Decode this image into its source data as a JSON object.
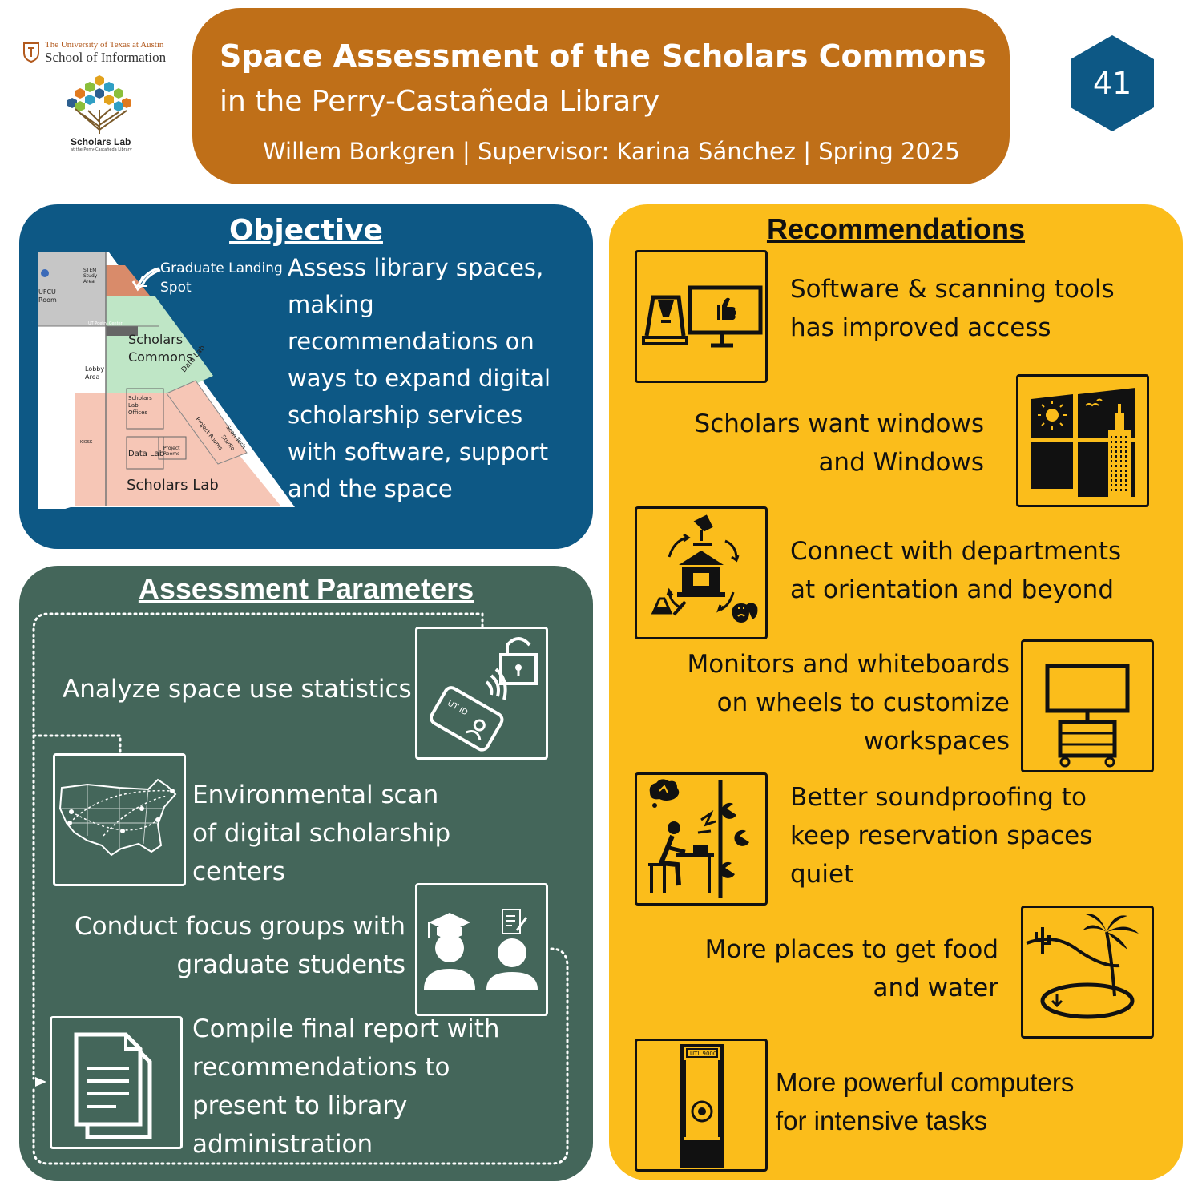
{
  "header": {
    "university": "The University of Texas at Austin",
    "school": "School of Information",
    "lab_name": "Scholars Lab",
    "lab_sub": "at the Perry-Castañeda Library",
    "title": "Space Assessment of the Scholars Commons",
    "subtitle": "in the Perry-Castañeda Library",
    "byline": "Willem Borkgren | Supervisor: Karina Sánchez | Spring 2025",
    "poster_number": "41",
    "colors": {
      "title_bg": "#bf6f18",
      "hex": "#0d5885"
    }
  },
  "objective": {
    "heading": "Objective",
    "text": "Assess library spaces, making recommendations on ways to expand digital scholarship services with software, support and the space",
    "map": {
      "callout": "Graduate Landing",
      "callout2": "Spot",
      "stem": "STEM",
      "stem2": "Study",
      "stem3": "Area",
      "fcu": "UFCU",
      "fcu2": "Room",
      "poetry": "UT Poetry Center",
      "commons": "Scholars",
      "commons2": "Commons",
      "lobby": "Lobby",
      "lobby2": "Area",
      "datalab_small": "Data Lab",
      "offices": "Scholars",
      "offices2": "Lab",
      "offices3": "Offices",
      "project_rooms": "Project Rooms",
      "scan_tech": "Scan Tech",
      "studio": "Studio",
      "data_lab": "Data Lab",
      "project": "Project",
      "rooms": "Rooms",
      "scholars_lab": "Scholars Lab",
      "kiosk": "KIOSK"
    },
    "colors": {
      "bg": "#0d5885"
    }
  },
  "assessment": {
    "heading": "Assessment Parameters",
    "items": [
      {
        "text1": "Analyze space use statistics",
        "icon": "id-card-lock-icon"
      },
      {
        "text1": "Environmental scan",
        "text2": "of digital scholarship",
        "text3": "centers",
        "icon": "us-map-icon"
      },
      {
        "text1": "Conduct focus groups with",
        "text2": "graduate students",
        "icon": "focus-group-icon"
      },
      {
        "text1": "Compile final report with",
        "text2": "recommendations to",
        "text3": "present to library",
        "text4": "administration",
        "icon": "documents-icon"
      }
    ],
    "card_label": "UT ID",
    "colors": {
      "bg": "#44665a"
    }
  },
  "recommendations": {
    "heading": "Recommendations",
    "items": [
      {
        "text1": "Software & scanning tools",
        "text2": "has improved access",
        "icon": "scanner-monitor-icon"
      },
      {
        "text1": "Scholars want windows",
        "text2": "and Windows",
        "icon": "window-tower-icon"
      },
      {
        "text1": "Connect with departments",
        "text2": "at orientation and beyond",
        "icon": "departments-cycle-icon"
      },
      {
        "text1": "Monitors and whiteboards",
        "text2": "on wheels to customize",
        "text3": "workspaces",
        "icon": "monitor-cart-icon"
      },
      {
        "text1": "Better soundproofing to",
        "text2": "keep reservation spaces",
        "text3": "quiet",
        "icon": "noisy-study-icon"
      },
      {
        "text1": "More places to get food",
        "text2": "and water",
        "icon": "oasis-icon"
      },
      {
        "text1": "More powerful computers",
        "text2": "for intensive tasks",
        "icon": "computer-tower-icon"
      }
    ],
    "tower_label": "UTL 9000",
    "colors": {
      "bg": "#fbbd1b"
    }
  }
}
